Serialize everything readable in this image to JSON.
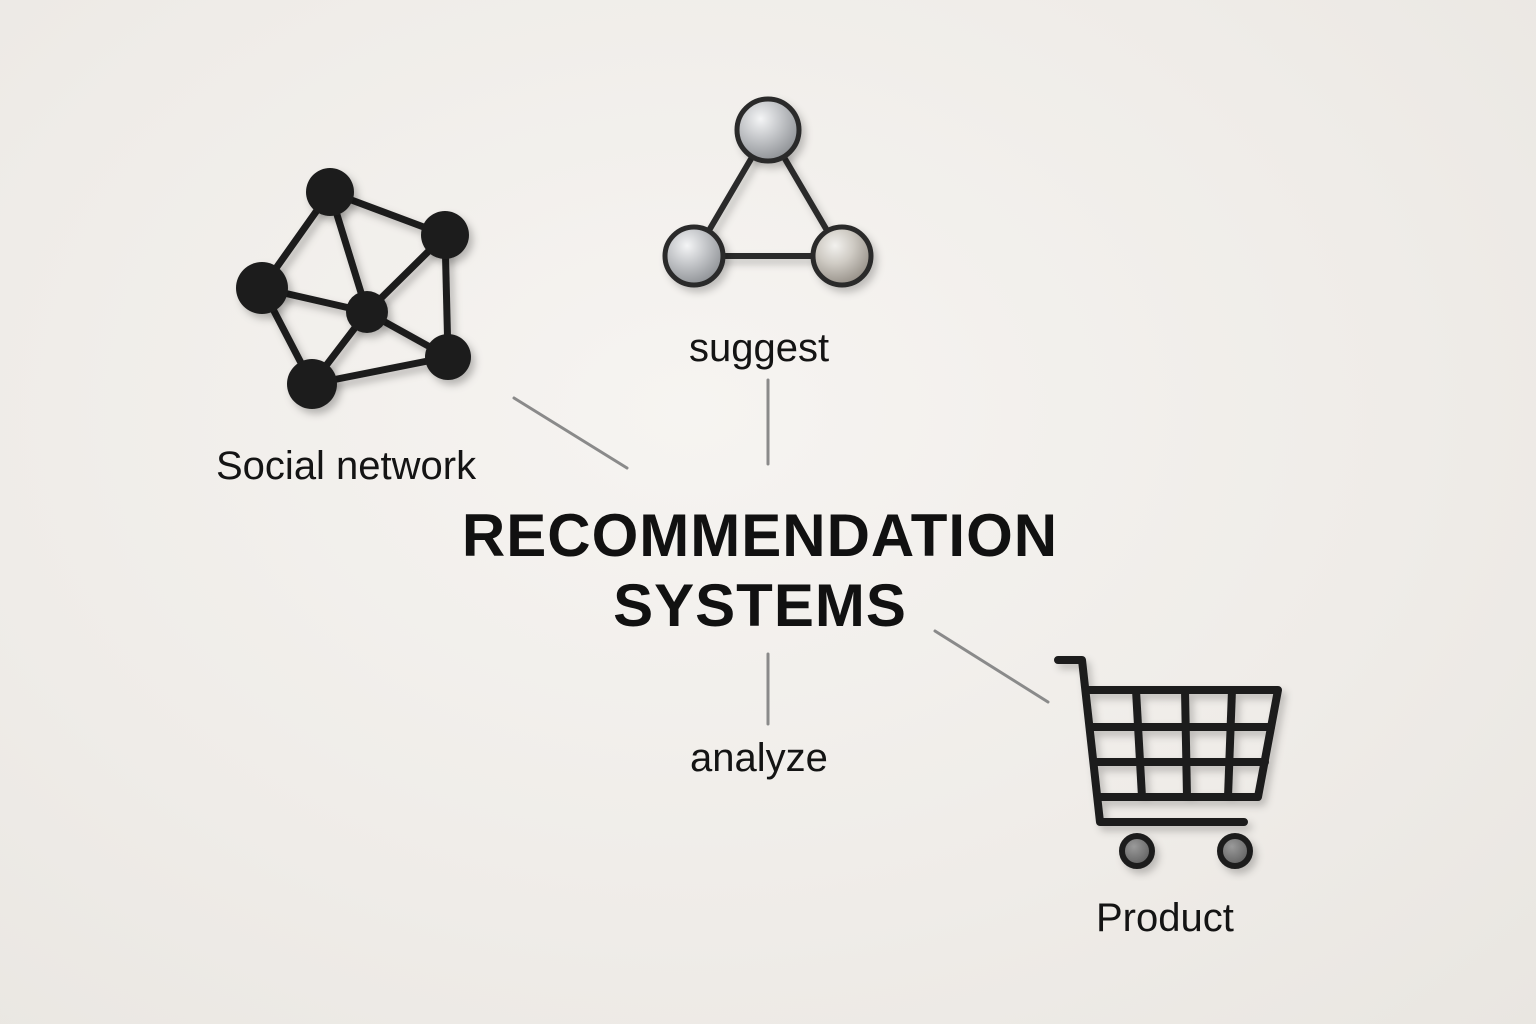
{
  "diagram": {
    "title_line1": "RECOMMENDATION",
    "title_line2": "SYSTEMS",
    "nodes": {
      "social": {
        "label": "Social network",
        "icon": "network-icon"
      },
      "suggest": {
        "label": "suggest",
        "icon": "triangle-graph-icon"
      },
      "analyze": {
        "label": "analyze"
      },
      "product": {
        "label": "Product",
        "icon": "shopping-cart-icon"
      }
    }
  },
  "colors": {
    "background": "#efece8",
    "text": "#111111",
    "connector": "#8a8a8a",
    "icon_dark": "#1e1e1e",
    "sphere_light": "#c9cacc"
  }
}
